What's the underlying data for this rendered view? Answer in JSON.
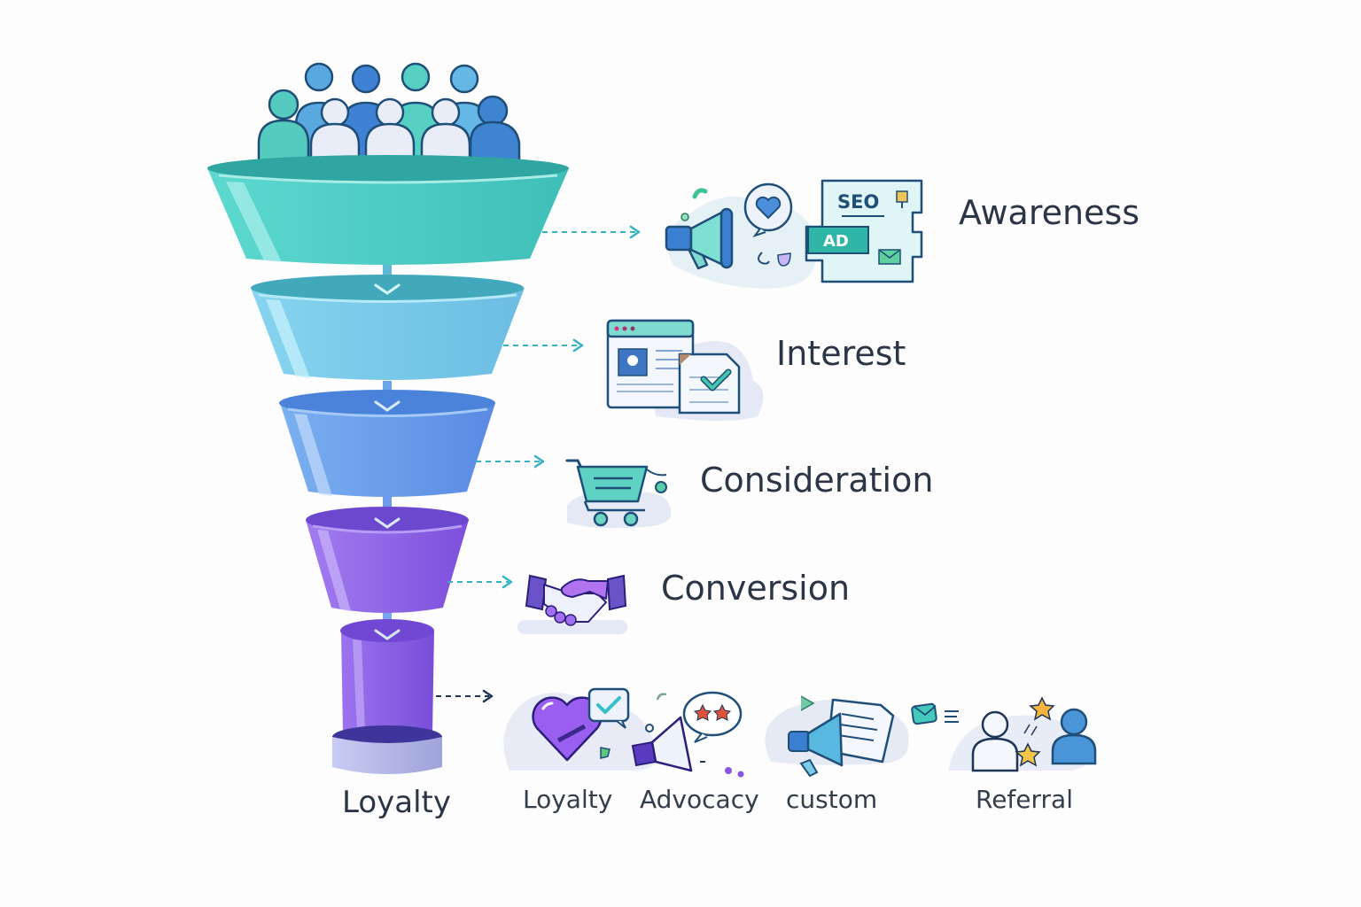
{
  "diagram": {
    "type": "marketing-funnel",
    "stages": [
      {
        "id": "awareness",
        "label": "Awareness",
        "color": "#4fd0c4",
        "icons": [
          "megaphone-icon",
          "heart-chat-icon",
          "seo-ad-document-icon"
        ]
      },
      {
        "id": "interest",
        "label": "Interest",
        "color": "#7ccbe8",
        "icons": [
          "browser-window-icon",
          "checked-document-icon"
        ]
      },
      {
        "id": "consideration",
        "label": "Consideration",
        "color": "#6a9be9",
        "icons": [
          "shopping-cart-icon"
        ]
      },
      {
        "id": "conversion",
        "label": "Conversion",
        "color": "#8d5ee6",
        "icons": [
          "handshake-icon"
        ]
      },
      {
        "id": "loyalty",
        "label": "Loyalty",
        "color": "#8456e0",
        "icons": [
          "heart-check-icon",
          "advocacy-megaphone-icon",
          "custom-megaphone-icon",
          "referral-people-icon"
        ]
      }
    ],
    "funnel_bottom_label": "Loyalty",
    "loyalty_sub_items": [
      {
        "label": "Loyalty",
        "icon": "purple-heart-check-icon"
      },
      {
        "label": "Advocacy",
        "icon": "megaphone-review-icon"
      },
      {
        "label": "custom",
        "icon": "megaphone-document-icon"
      },
      {
        "label": "Referral",
        "icon": "referral-stars-icon"
      }
    ],
    "awareness_badges": {
      "seo": "SEO",
      "ad": "AD"
    },
    "flow_symbol": "chevron-down",
    "crowd": {
      "people_count": 9
    }
  }
}
